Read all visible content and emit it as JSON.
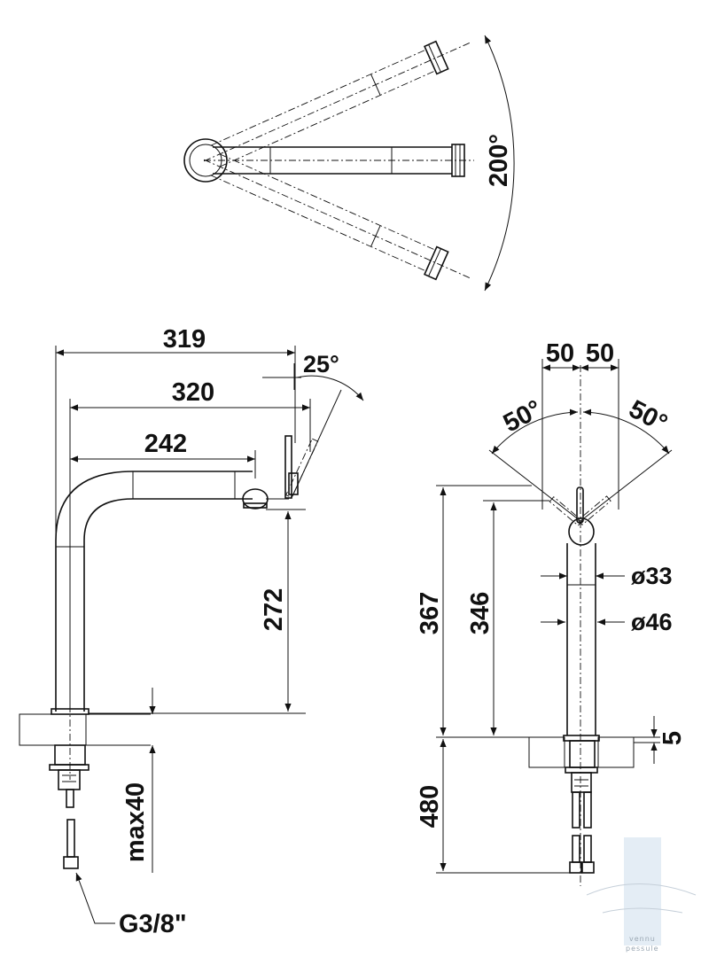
{
  "top_view": {
    "rotation_label": "200°"
  },
  "side_view": {
    "dim_total_width": "319",
    "dim_spray_reach": "320",
    "dim_spout_reach": "242",
    "dim_spout_height": "272",
    "tilt_angle": "25°",
    "max_thickness": "max40",
    "thread_label": "G3/8\""
  },
  "front_view": {
    "offset_left": "50",
    "offset_right": "50",
    "swing_left": "50°",
    "swing_right": "50°",
    "dim_overall_height": "367",
    "dim_body_height": "346",
    "dia_upper": "ø33",
    "dia_lower": "ø46",
    "dim_base": "5",
    "dim_hose": "480"
  },
  "watermark": {
    "line1": "vennu",
    "line2": "pessule"
  }
}
